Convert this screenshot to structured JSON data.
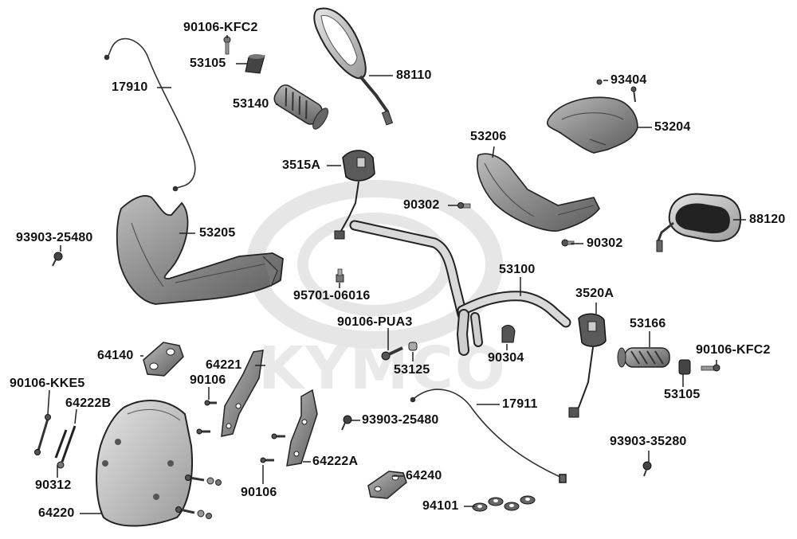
{
  "watermark": {
    "brand": "KYMCO",
    "color": "#e6e6e6"
  },
  "colors": {
    "line": "#222222",
    "part_fill": "#8c8c8c",
    "part_dark": "#555555",
    "watermark": "#e6e6e6"
  },
  "labels": {
    "p90106_kfc2_top": "90106-KFC2",
    "p53105_top": "53105",
    "p17910": "17910",
    "p53140": "53140",
    "p88110": "88110",
    "p93404": "93404",
    "p53204": "53204",
    "p53206": "53206",
    "p3515a": "3515A",
    "p90302_left": "90302",
    "p88120": "88120",
    "p93903_25480_left": "93903-25480",
    "p53205": "53205",
    "p90302_right": "90302",
    "p53100": "53100",
    "p95701_06016": "95701-06016",
    "p3520a": "3520A",
    "p90106_pua3": "90106-PUA3",
    "p53166": "53166",
    "p90106_kfc2_right": "90106-KFC2",
    "p64140": "64140",
    "p90304": "90304",
    "p53125": "53125",
    "p64221": "64221",
    "p53105_right": "53105",
    "p90106_kke5": "90106-KKE5",
    "p90106_a": "90106",
    "p64222b": "64222B",
    "p17911": "17911",
    "p93903_25480_mid": "93903-25480",
    "p93903_35280": "93903-35280",
    "p64222a": "64222A",
    "p90312": "90312",
    "p64240": "64240",
    "p90106_b": "90106",
    "p64220": "64220",
    "p94101": "94101"
  }
}
